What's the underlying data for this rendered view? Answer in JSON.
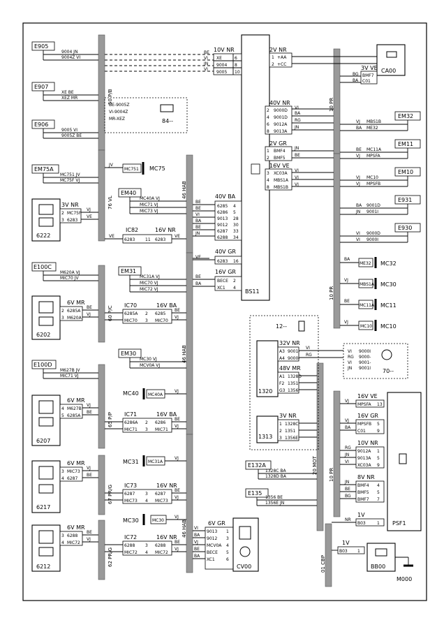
{
  "ecu": {
    "label": "BS11"
  },
  "fuse_box": {
    "label": "PSF1"
  },
  "harness_labels": {
    "h1": "50 P/B",
    "h2": "76 VL",
    "h3": "60 P/C",
    "h4": "65 P/P",
    "h5": "67 PR/G",
    "h6": "62 PR/G",
    "h7": "46 HAB",
    "h8": "46 HAB",
    "h9": "46 HAB",
    "h10": "10 PR",
    "h11": "10 PR",
    "h12": "10 PR",
    "h13": "20 MOT",
    "h14": "01 CBP"
  },
  "devices": {
    "d6222": "6222",
    "d6202": "6202",
    "d6207": "6207",
    "d6217": "6217",
    "d6212": "6212",
    "d1320": "1320",
    "d1313": "1313",
    "d70": "70--",
    "d12": "12--",
    "d84": "84--",
    "ca00": "CA00",
    "bb00": "BB00",
    "m000": "M000",
    "cv00": "CV00"
  },
  "left_tags": {
    "e905": "E905",
    "e907": "E907",
    "e906": "E906",
    "em75a": "EM75A",
    "e100c": "E100C",
    "e100d": "E100D",
    "em40": "EM40",
    "em31": "EM31",
    "em30": "EM30",
    "e132a": "E132A",
    "e135": "E135"
  },
  "right_tags": {
    "em32": "EM32",
    "em11": "EM11",
    "em10": "EM10",
    "e931": "E931",
    "e930": "E930"
  },
  "splices": {
    "mc75": "MC75",
    "mc40": "MC40",
    "mc31": "MC31",
    "mc30": "MC30",
    "mc32": "MC32",
    "mc30r": "MC30",
    "mc11": "MC11",
    "mc10": "MC10"
  },
  "inline": {
    "ic82": "IC82",
    "ic82c": "16V NR",
    "ic70": "IC70",
    "ic70c": "16V BA",
    "ic71": "IC71",
    "ic71c": "16V BA",
    "ic73": "IC73",
    "ic73c": "16V NR",
    "ic72": "IC72",
    "ic72c": "16V NR"
  },
  "connectors": {
    "c10nr": "10V NR",
    "c40nr": "40V NR",
    "c2vgr": "2V GR",
    "c16ve": "16V VE",
    "c40ba": "40V BA",
    "c40gr": "40V GR",
    "c16gr": "16V GR",
    "c6gr": "6V GR",
    "c2nr": "2V NR",
    "c3ve": "3V VE",
    "c32nr": "32V NR",
    "c48mr": "48V MR",
    "c3nr": "3V NR",
    "f16ve": "16V VE",
    "f16gr": "16V GR",
    "f10nr": "10V NR",
    "f8nr": "8V NR",
    "f1v": "1V",
    "b1v": "1V",
    "c3nr6222": "3V NR",
    "c6mr6202": "6V MR",
    "c6mr6207": "6V MR",
    "c6mr6217": "6V MR",
    "c6mr6212": "6V MR"
  },
  "wire_labels": {
    "w9004jn": "9004 JN",
    "w9004zvi": "9004Z VI",
    "wxebe": "XE BE",
    "wxezmr": "XEZ MR",
    "w9005vi": "9005 VI",
    "w9005zbe": "9005Z BE",
    "wmc751": "MC751 JV",
    "wmc75f": "MC75F VJ",
    "wm620a": "M620A VJ",
    "wmic70": "MIC70 JV",
    "wm627b": "M627B JV",
    "wmic71": "MIC71 VJ",
    "wmc40a": "MC40A VJ",
    "wmic71b": "MIC71 VJ",
    "wmic73": "MIC73 VJ",
    "wmc31a": "MC31A VJ",
    "wmic70b": "MIC70 VJ",
    "wmic72": "MIC72 VJ",
    "wmc30": "MC30 VJ",
    "wmcv0a": "MCV0A VJ",
    "w1328cba": "1328C BA",
    "w1328dba": "1328D BA",
    "w1356be": "1356 BE",
    "w1356ejn": "1356E JN",
    "wmbs1b": "MBS1B",
    "wme32": "ME32",
    "wmc11a": "MC11A",
    "wmpsfa": "MPSFA",
    "wmc10": "MC10",
    "wmpsfb": "MPSFB",
    "w9001d": "9001D",
    "w9001i": "9001I",
    "w9000d": "9000D",
    "w9000i": "9000I",
    "wnr": "NR",
    "wb03": "B03",
    "wb03b": "B03"
  },
  "notes": {
    "n9005z": "BE-9005Z",
    "n9004z": "VI-9004Z",
    "nxez": "MR-XEZ"
  }
}
